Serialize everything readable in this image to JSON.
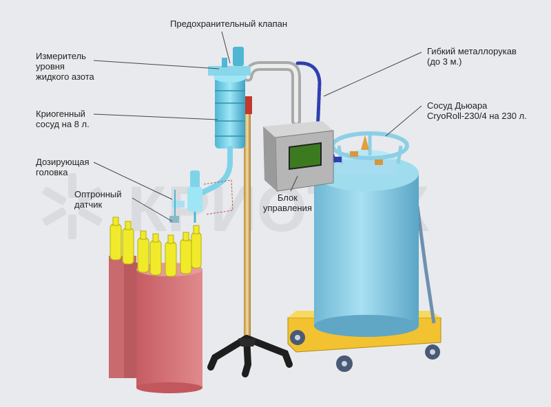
{
  "watermark": "КРИОТЕК",
  "labels": {
    "safety_valve": "Предохранительный клапан",
    "level_meter": "Измеритель\nуровня\nжидкого азота",
    "cryo_vessel": "Криогенный\nсосуд на 8 л.",
    "dosing_head": "Дозирующая\nголовка",
    "optron_sensor": "Оптронный\nдатчик",
    "metal_hose": "Гибкий металлорукав\n(до 3 м.)",
    "dewar": "Сосуд Дьюара\nCryoRoll-230/4 на 230 л.",
    "control_unit": "Блок\nуправления"
  },
  "colors": {
    "background": "#e8eaed",
    "vessel": "#7fd3e8",
    "dewar": "#8ccfe6",
    "cart": "#f2c230",
    "bottles": "#f0ea2a",
    "boxes": "#d9767a",
    "hose": "#2f3fb0",
    "stand": "#e8c27a",
    "control_box": "#b8b8b8",
    "screen": "#3c7a20"
  }
}
